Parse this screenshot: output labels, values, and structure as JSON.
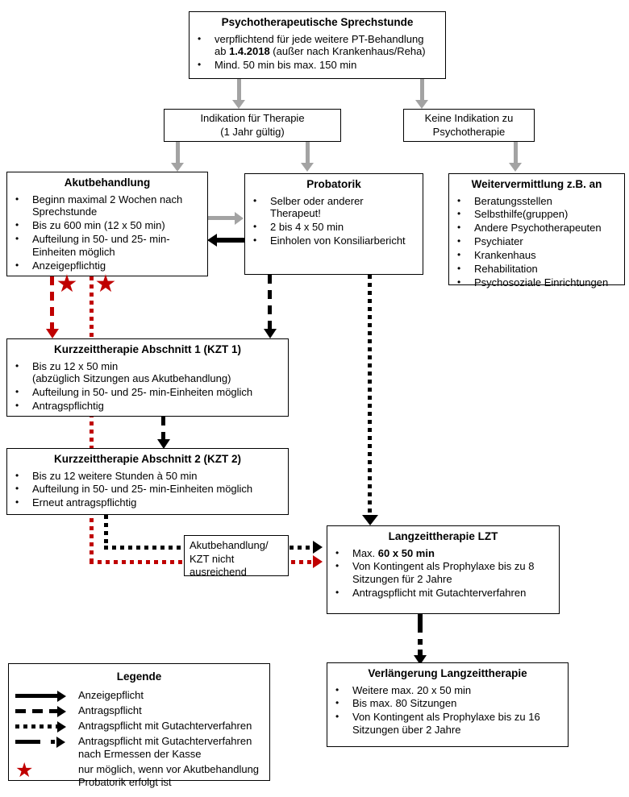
{
  "colors": {
    "accent_red": "#c00000",
    "arrow_gray": "#a3a3a3",
    "black": "#000000",
    "background": "#ffffff"
  },
  "symbols": {
    "star": "★",
    "bullet": "•"
  },
  "flow": {
    "sprechstunde": {
      "title": "Psychotherapeutische Sprechstunde",
      "bullets": [
        [
          {
            "t": "verpflichtend für jede weitere PT-Behandlung"
          },
          {
            "t": "ab ",
            "nl": true
          },
          {
            "t": "1.4.2018",
            "b": true
          },
          {
            "t": " (außer nach Krankenhaus/Reha)"
          }
        ],
        [
          {
            "t": "Mind. 50 min bis max. 150 min"
          }
        ]
      ]
    },
    "indikation": {
      "text": "Indikation für Therapie\n(1 Jahr gültig)"
    },
    "keine_indikation": {
      "text": "Keine Indikation zu\nPsychotherapie"
    },
    "akutbehandlung": {
      "title": "Akutbehandlung",
      "bullets": [
        [
          {
            "t": "Beginn maximal 2 Wochen nach"
          },
          {
            "t": "Sprechstunde",
            "nl": true
          }
        ],
        [
          {
            "t": "Bis zu 600 min (12 x 50 min)"
          }
        ],
        [
          {
            "t": "Aufteilung in 50- und 25- min-"
          },
          {
            "t": "Einheiten möglich",
            "nl": true
          }
        ],
        [
          {
            "t": "Anzeigepflichtig"
          }
        ]
      ]
    },
    "probatorik": {
      "title": "Probatorik",
      "bullets": [
        [
          {
            "t": "Selber oder anderer"
          },
          {
            "t": "Therapeut!",
            "nl": true
          }
        ],
        [
          {
            "t": "2 bis 4 x 50 min"
          }
        ],
        [
          {
            "t": "Einholen von Konsiliarbericht"
          }
        ]
      ]
    },
    "weitervermittlung": {
      "title": "Weitervermittlung z.B. an",
      "bullets": [
        [
          {
            "t": "Beratungsstellen"
          }
        ],
        [
          {
            "t": "Selbsthilfe(gruppen)"
          }
        ],
        [
          {
            "t": "Andere Psychotherapeuten"
          }
        ],
        [
          {
            "t": "Psychiater"
          }
        ],
        [
          {
            "t": "Krankenhaus"
          }
        ],
        [
          {
            "t": "Rehabilitation"
          }
        ],
        [
          {
            "t": "Psychosoziale Einrichtungen"
          }
        ]
      ]
    },
    "kzt1": {
      "title": "Kurzzeittherapie Abschnitt 1 (KZT 1)",
      "bullets": [
        [
          {
            "t": "Bis zu 12 x 50 min"
          },
          {
            "t": "(abzüglich Sitzungen aus Akutbehandlung)",
            "nl": true
          }
        ],
        [
          {
            "t": "Aufteilung in 50- und 25- min-Einheiten möglich"
          }
        ],
        [
          {
            "t": "Antragspflichtig"
          }
        ]
      ]
    },
    "kzt2": {
      "title": "Kurzzeittherapie Abschnitt 2 (KZT 2)",
      "bullets": [
        [
          {
            "t": "Bis zu 12 weitere Stunden à 50 min"
          }
        ],
        [
          {
            "t": "Aufteilung in 50- und 25- min-Einheiten möglich"
          }
        ],
        [
          {
            "t": "Erneut antragspflichtig"
          }
        ]
      ]
    },
    "nicht_ausreichend": {
      "text": "Akutbehandlung/\nKZT nicht\nausreichend"
    },
    "lzt": {
      "title": "Langzeittherapie LZT",
      "bullets": [
        [
          {
            "t": "Max. "
          },
          {
            "t": "60 x 50 min",
            "b": true
          }
        ],
        [
          {
            "t": "Von Kontingent als Prophylaxe bis zu 8"
          },
          {
            "t": "Sitzungen für 2 Jahre",
            "nl": true
          }
        ],
        [
          {
            "t": "Antragspflicht mit Gutachterverfahren"
          }
        ]
      ]
    },
    "verlaengerung": {
      "title": "Verlängerung Langzeittherapie",
      "bullets": [
        [
          {
            "t": "Weitere max. 20 x 50 min"
          }
        ],
        [
          {
            "t": "Bis max. 80 Sitzungen"
          }
        ],
        [
          {
            "t": "Von Kontingent als Prophylaxe bis zu 16"
          },
          {
            "t": "Sitzungen über 2 Jahre",
            "nl": true
          }
        ]
      ]
    }
  },
  "legend": {
    "title": "Legende",
    "items": [
      {
        "symbol": "solid-arrow",
        "label": "Anzeigepflicht"
      },
      {
        "symbol": "dashed-arrow",
        "label": "Antragspflicht"
      },
      {
        "symbol": "dotted-arrow",
        "label": "Antragspflicht mit Gutachterverfahren"
      },
      {
        "symbol": "dash-dot-arrow",
        "label": "Antragspflicht mit Gutachterverfahren\nnach Ermessen der Kasse"
      },
      {
        "symbol": "red-star",
        "label": "nur möglich, wenn vor Akutbehandlung\nProbatorik erfolgt ist"
      }
    ]
  }
}
